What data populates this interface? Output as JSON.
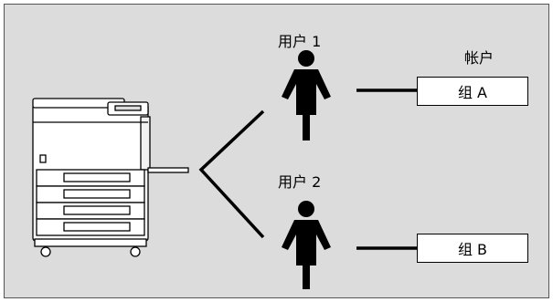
{
  "users": [
    {
      "label": "用户 1",
      "group": "组 A"
    },
    {
      "label": "用户 2",
      "group": "组 B"
    }
  ],
  "account_header": "帐户",
  "colors": {
    "background": "#dcdcdc",
    "line": "#000000",
    "box": "#ffffff"
  }
}
